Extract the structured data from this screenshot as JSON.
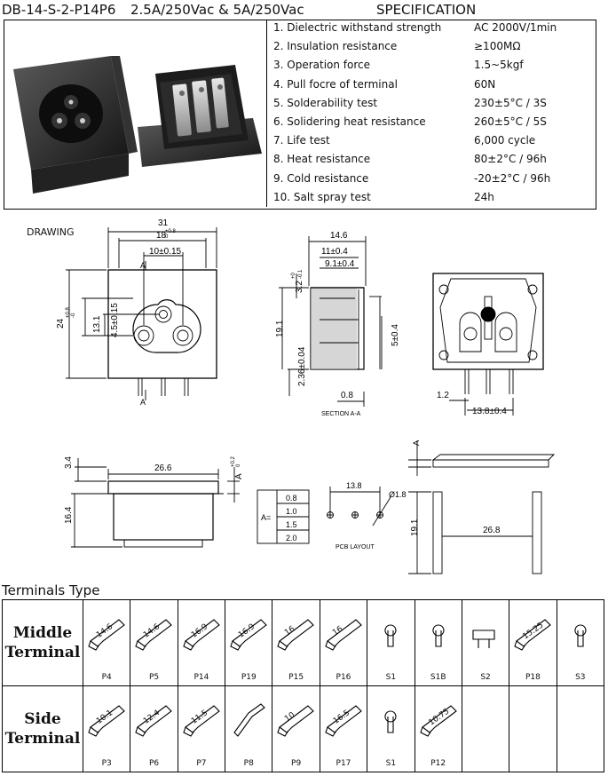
{
  "header": {
    "part_number": "DB-14-S-2-P14P6",
    "rating": "2.5A/250Vac & 5A/250Vac",
    "spec_title": "SPECIFICATION"
  },
  "specification": [
    {
      "label": "1.  Dielectric withstand strength",
      "value": "AC 2000V/1min"
    },
    {
      "label": "2.  Insulation resistance",
      "value": "≥100MΩ"
    },
    {
      "label": "3.  Operation force",
      "value": "1.5~5kgf"
    },
    {
      "label": "4.  Pull focre of terminal",
      "value": "60N"
    },
    {
      "label": "5.  Solderability test",
      "value": "230±5°C / 3S"
    },
    {
      "label": "6.  Solidering heat resistance",
      "value": "260±5°C / 5S"
    },
    {
      "label": "7.  Life test",
      "value": "6,000 cycle"
    },
    {
      "label": "8.  Heat resistance",
      "value": "80±2°C / 96h"
    },
    {
      "label": "9.  Cold resistance",
      "value": "-20±2°C / 96h"
    },
    {
      "label": "10. Salt spray test",
      "value": "24h"
    }
  ],
  "drawing": {
    "label": "DRAWING",
    "front_view": {
      "d_31": "31",
      "d_18": "18",
      "d_18_tol": "+0.8",
      "d_18_tol2": "0",
      "d_10": "10±0.15",
      "d_a": "A",
      "d_24": "24",
      "d_131": "13.1",
      "d_131_tol": "+0.8",
      "d_131_tol2": "-0",
      "d_45": "4.5±0.15",
      "d_a2": "A"
    },
    "section_view": {
      "d_146": "14.6",
      "d_11": "11±0.4",
      "d_91": "9.1±0.4",
      "d_32": "3.2",
      "d_32_tol": "+0",
      "d_32_tol2": "-0.1",
      "d_191": "19.1",
      "d_5": "5±0.4",
      "d_236": "2.36±0.04",
      "d_08": "0.8",
      "caption": "SECTION A-A"
    },
    "rear_view": {
      "d_12": "1.2",
      "d_138": "13.8±0.4"
    },
    "side_view": {
      "d_34": "3.4",
      "d_266": "26.6",
      "d_a": "A",
      "d_a_tol": "+0.2",
      "d_a_tol2": "0",
      "d_164": "16.4"
    },
    "a_table": {
      "head": "A=",
      "values": [
        "0.8",
        "1.0",
        "1.5",
        "2.0"
      ]
    },
    "pcb": {
      "d_138": "13.8",
      "d_18": "Ø1.8",
      "caption": "PCB LAYOUT"
    },
    "panel_view": {
      "d_a": "A",
      "d_191": "19.1",
      "d_268": "26.8"
    }
  },
  "terminals": {
    "title": "Terminals Type",
    "middle": {
      "header_line1": "Middle",
      "header_line2": "Terminal",
      "items": [
        {
          "code": "P4",
          "dim": "14.6"
        },
        {
          "code": "P5",
          "dim": "14.6"
        },
        {
          "code": "P14",
          "dim": "16.9"
        },
        {
          "code": "P19",
          "dim": "16.9"
        },
        {
          "code": "P15",
          "dim": "16"
        },
        {
          "code": "P16",
          "dim": "16"
        },
        {
          "code": "S1",
          "dim": ""
        },
        {
          "code": "S1B",
          "dim": ""
        },
        {
          "code": "S2",
          "dim": ""
        },
        {
          "code": "P18",
          "dim": "15.25"
        },
        {
          "code": "S3",
          "dim": ""
        }
      ]
    },
    "side": {
      "header_line1": "Side",
      "header_line2": "Terminal",
      "items": [
        {
          "code": "P3",
          "dim": "10.1"
        },
        {
          "code": "P6",
          "dim": "12.4"
        },
        {
          "code": "P7",
          "dim": "11.5"
        },
        {
          "code": "P8",
          "dim": ""
        },
        {
          "code": "P9",
          "dim": "10"
        },
        {
          "code": "P17",
          "dim": "16.5"
        },
        {
          "code": "S1",
          "dim": ""
        },
        {
          "code": "P12",
          "dim": "10.75"
        },
        {
          "code": "",
          "dim": ""
        },
        {
          "code": "",
          "dim": ""
        },
        {
          "code": "",
          "dim": ""
        }
      ]
    }
  }
}
